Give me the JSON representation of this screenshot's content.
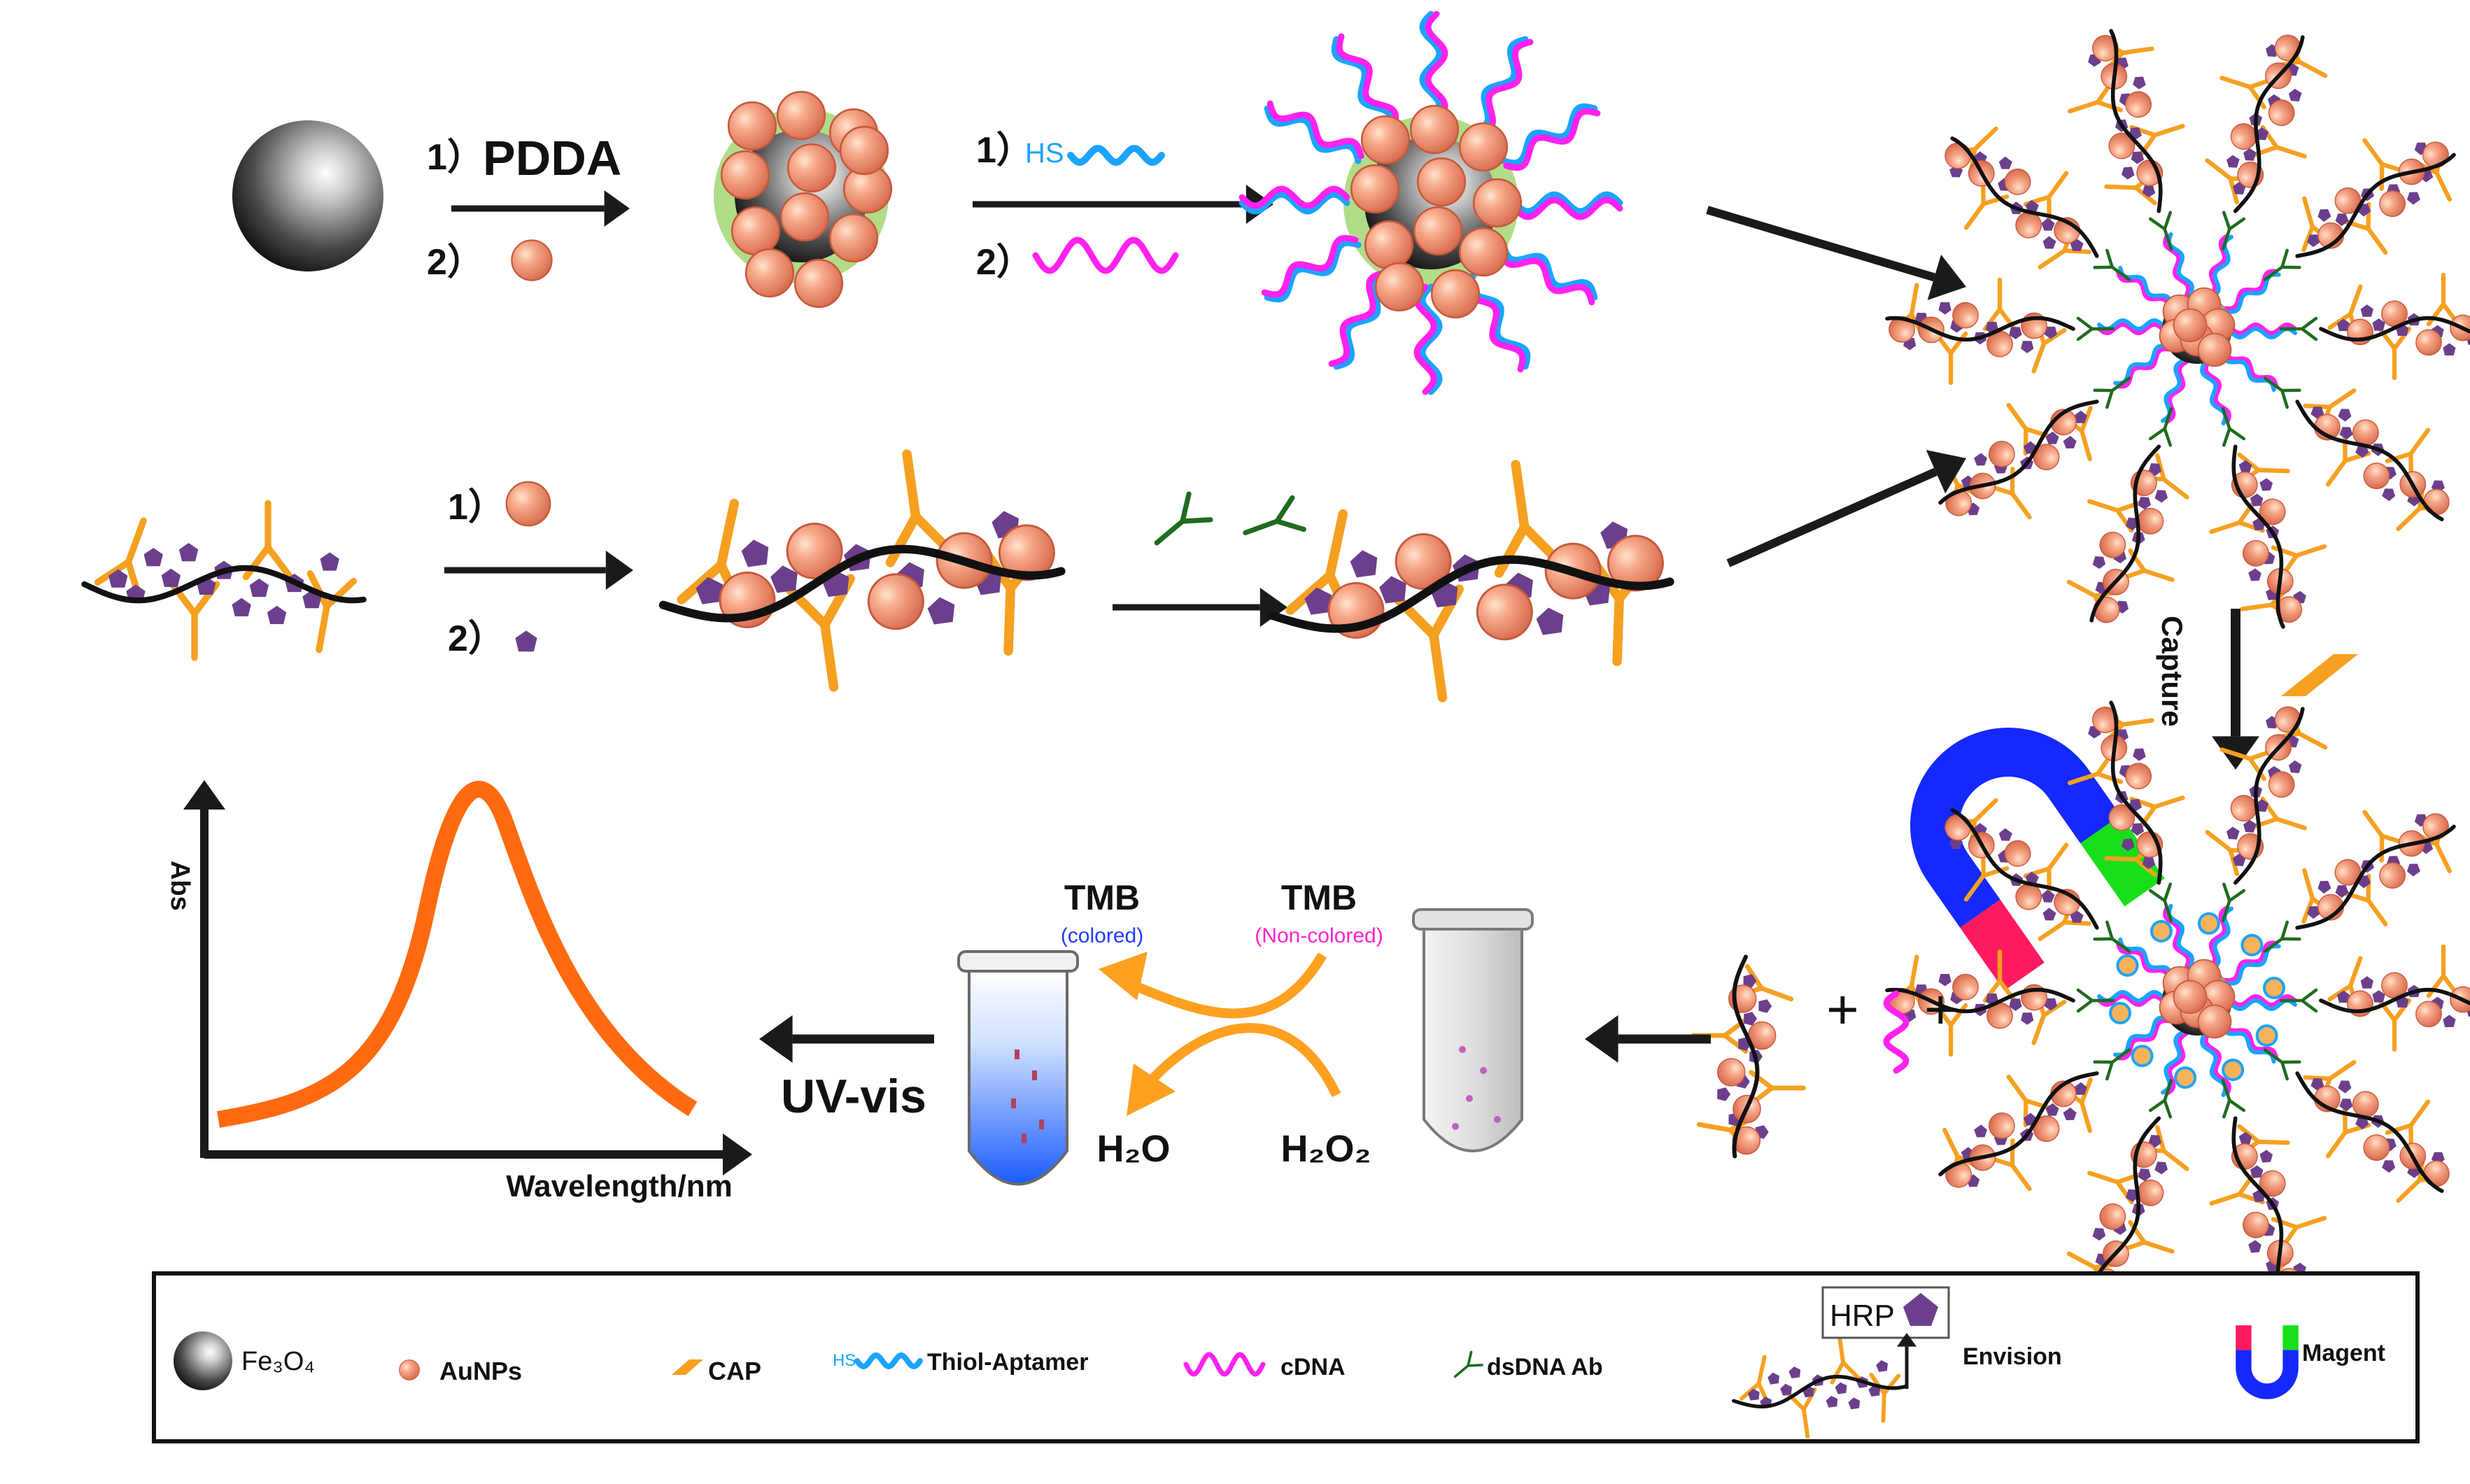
{
  "colors": {
    "gold": "#f0a030",
    "gold_stroke": "#e07050",
    "antibody": "#f5a020",
    "dsdna_ab": "#1f6b1f",
    "aptamer": "#1aa3ff",
    "cdna": "#ff22ee",
    "hrp": "#6b3f8c",
    "arrow": "#1a1a1a",
    "curve": "#ff6a10",
    "reaction_arrow": "#ffa020",
    "core_halo": "#9ed36a",
    "tmb_colored": "#1f3cff",
    "tmb_noncolored": "#ff22cc",
    "magnet_blue": "#1428ff",
    "magnet_red": "#ff1a60",
    "magnet_green": "#18e018"
  },
  "top_row": {
    "step1_num": "1）",
    "step1_label": "PDDA",
    "step2_num": "2）",
    "step3_num": "1）",
    "step3_hs": "HS",
    "step4_num": "2）"
  },
  "middle_row": {
    "step1_num": "1）",
    "step2_num": "2）"
  },
  "capture": {
    "label": "Capture"
  },
  "reaction": {
    "tmb_colored": "TMB",
    "tmb_colored_note": "(colored)",
    "tmb_noncolored": "TMB",
    "tmb_noncolored_note": "(Non-colored)",
    "h2o": "H₂O",
    "h2o2": "H₂O₂",
    "uvvis": "UV-vis",
    "plus": "+"
  },
  "plot": {
    "ylabel": "Abs",
    "xlabel": "Wavelength/nm"
  },
  "legend": {
    "fe3o4": "Fe₃O₄",
    "aunps": "AuNPs",
    "cap": "CAP",
    "hs": "HS",
    "thiol_aptamer": "Thiol-Aptamer",
    "cdna": "cDNA",
    "dsdna_ab": "dsDNA Ab",
    "hrp": "HRP",
    "envision": "Envision",
    "magnet": "Magent"
  }
}
